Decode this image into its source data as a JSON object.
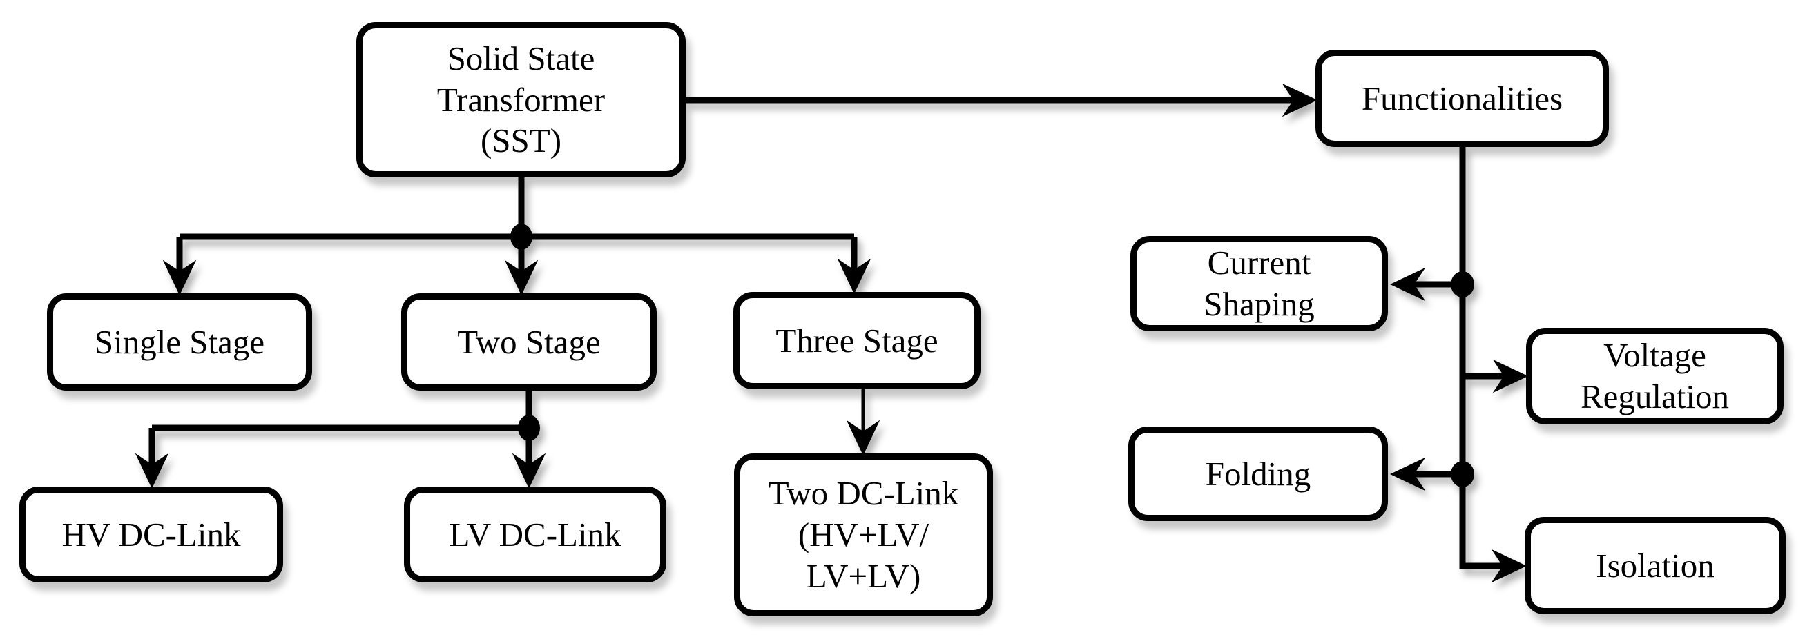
{
  "colors": {
    "background": "#ffffff",
    "box_fill": "#ffffff",
    "box_border": "#000000",
    "line": "#000000",
    "text": "#000000"
  },
  "nodes": {
    "sst": {
      "label": "Solid State\nTransformer\n(SST)"
    },
    "functionalities": {
      "label": "Functionalities"
    },
    "single_stage": {
      "label": "Single Stage"
    },
    "two_stage": {
      "label": "Two Stage"
    },
    "three_stage": {
      "label": "Three Stage"
    },
    "hv_dc_link": {
      "label": "HV DC-Link"
    },
    "lv_dc_link": {
      "label": "LV DC-Link"
    },
    "two_dc_link": {
      "label": "Two DC-Link\n(HV+LV/\nLV+LV)"
    },
    "current_shaping": {
      "label": "Current\nShaping"
    },
    "voltage_regulation": {
      "label": "Voltage\nRegulation"
    },
    "folding": {
      "label": "Folding"
    },
    "isolation": {
      "label": "Isolation"
    }
  },
  "edges": [
    {
      "from": "sst",
      "to": "functionalities"
    },
    {
      "from": "sst",
      "to": "single_stage"
    },
    {
      "from": "sst",
      "to": "two_stage"
    },
    {
      "from": "sst",
      "to": "three_stage"
    },
    {
      "from": "two_stage",
      "to": "hv_dc_link"
    },
    {
      "from": "two_stage",
      "to": "lv_dc_link"
    },
    {
      "from": "three_stage",
      "to": "two_dc_link"
    },
    {
      "from": "functionalities",
      "to": "current_shaping"
    },
    {
      "from": "functionalities",
      "to": "voltage_regulation"
    },
    {
      "from": "functionalities",
      "to": "folding"
    },
    {
      "from": "functionalities",
      "to": "isolation"
    }
  ]
}
